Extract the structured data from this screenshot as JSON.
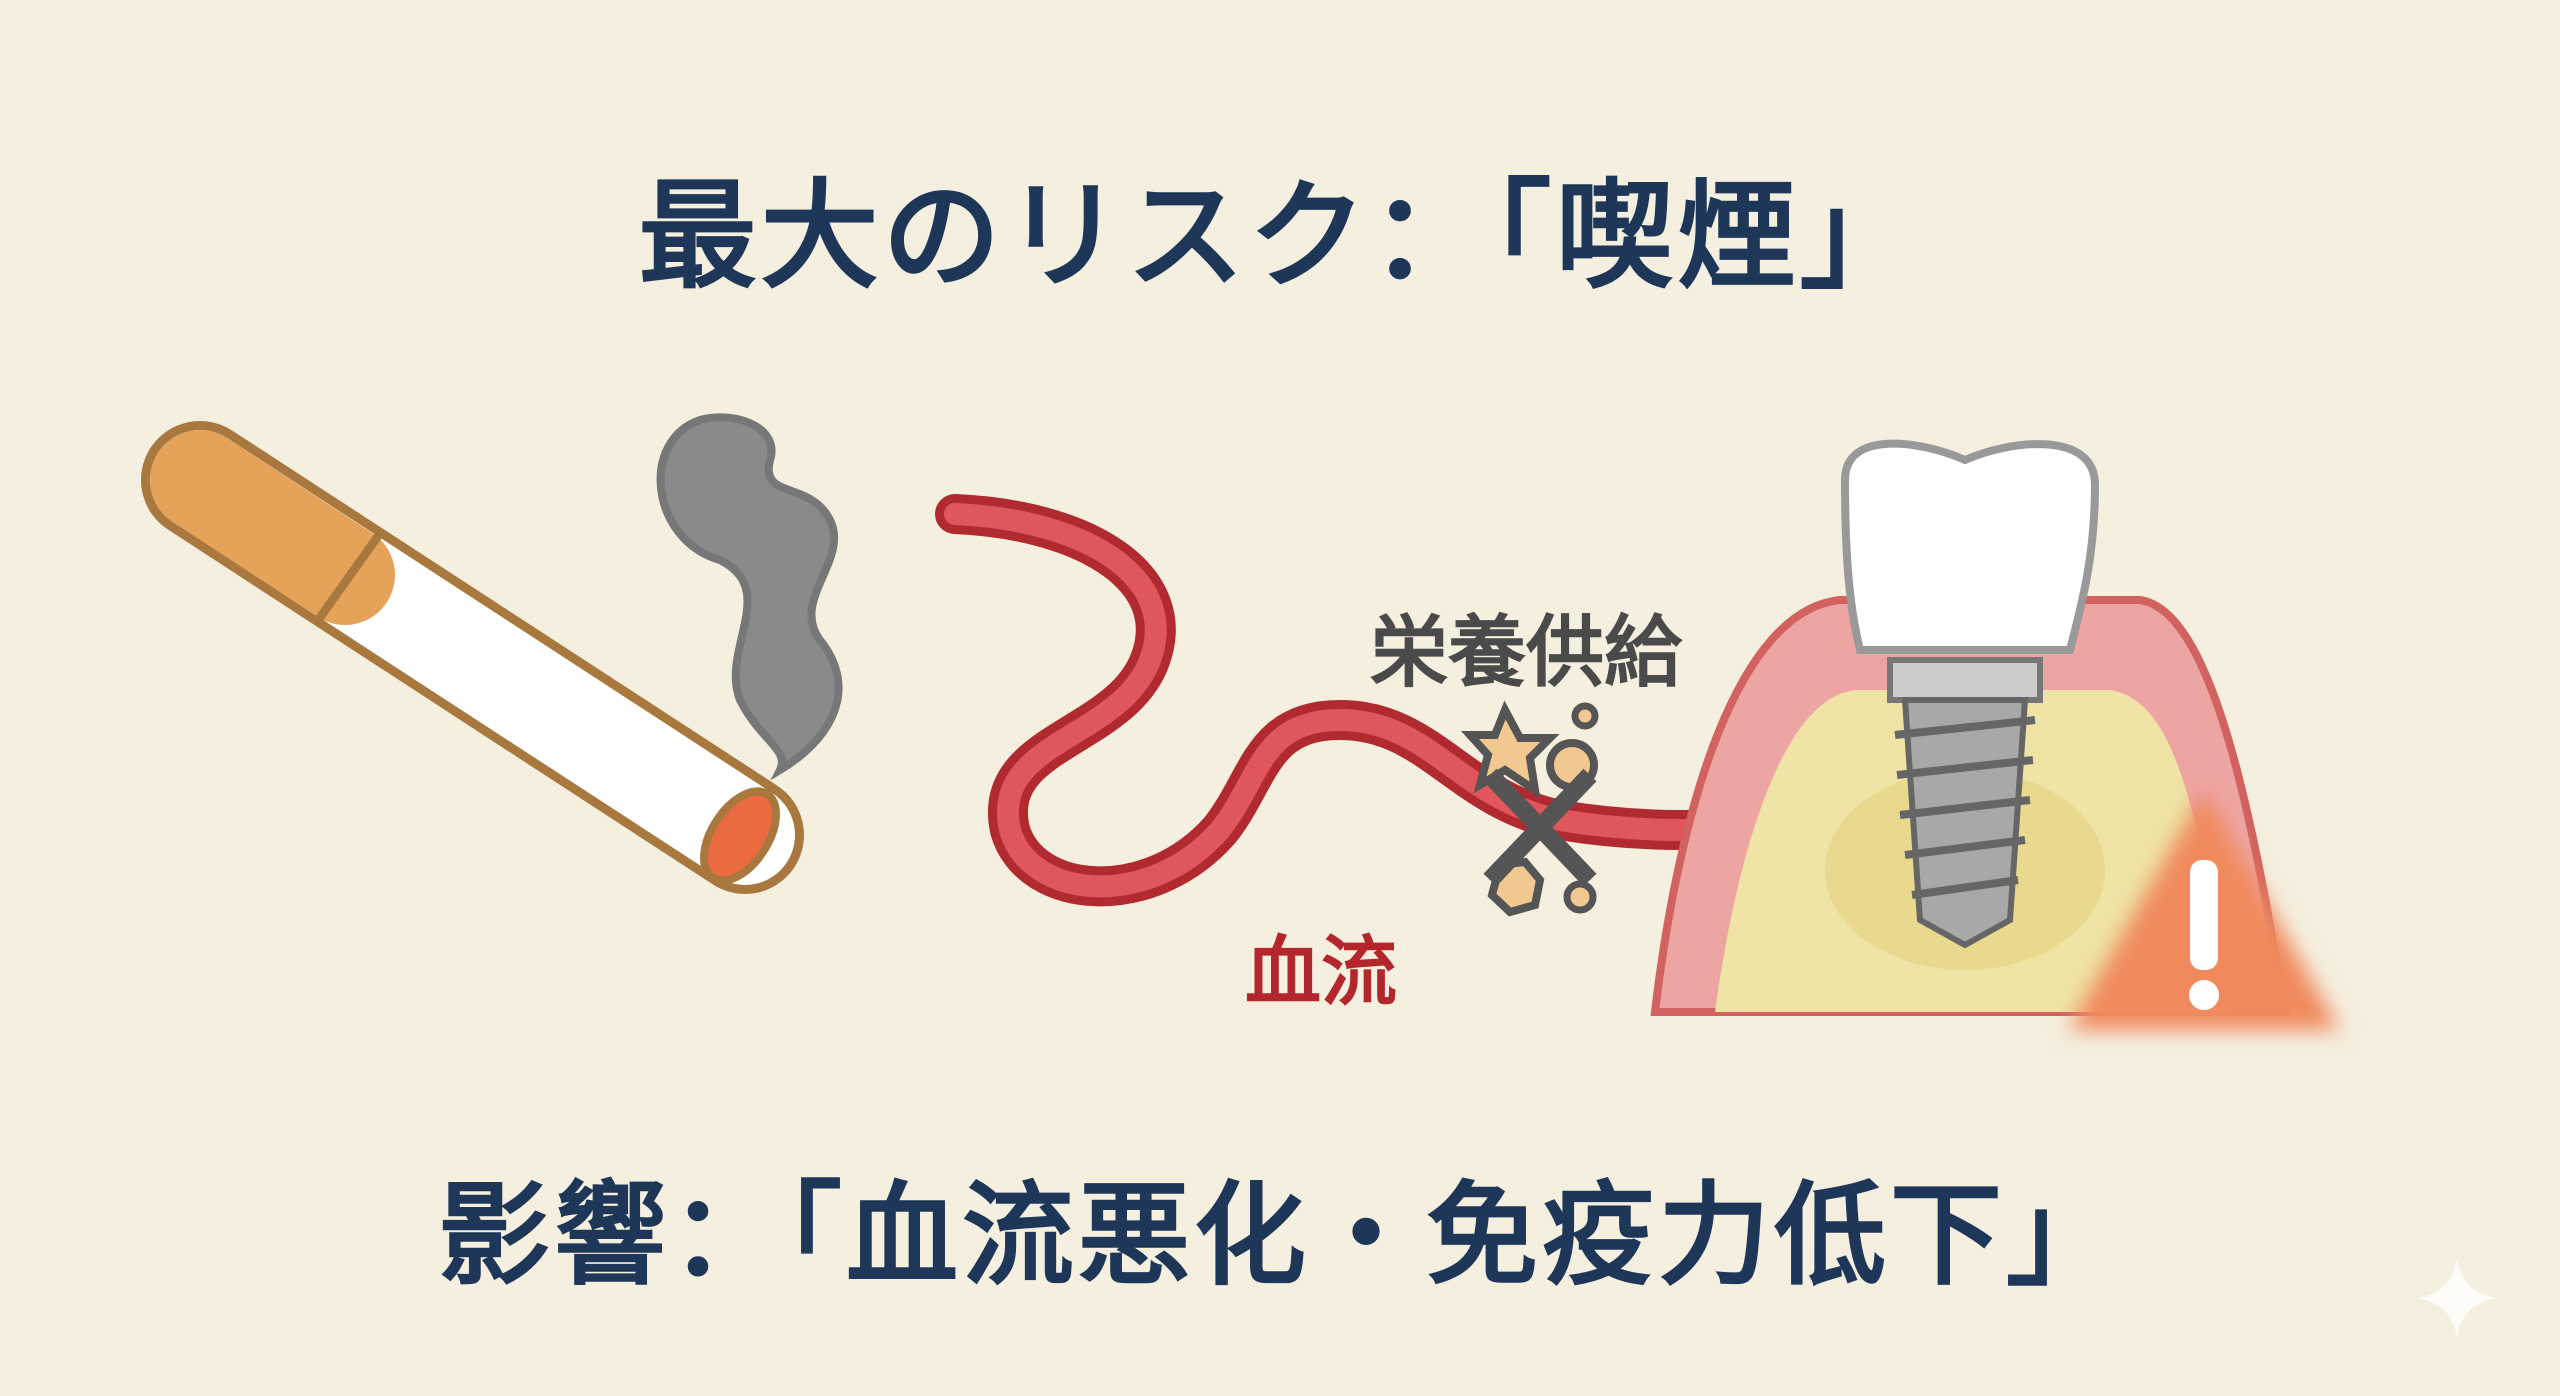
{
  "title": "最大のリスク：「喫煙」",
  "subtitle": "影響：「血流悪化・免疫力低下」",
  "labels": {
    "blood_flow": "血流",
    "nutrient_supply": "栄養供給"
  },
  "colors": {
    "background": "#f5efdf",
    "title": "#1e3658",
    "blood": "#c9323a",
    "warning": "#f08a5d"
  }
}
